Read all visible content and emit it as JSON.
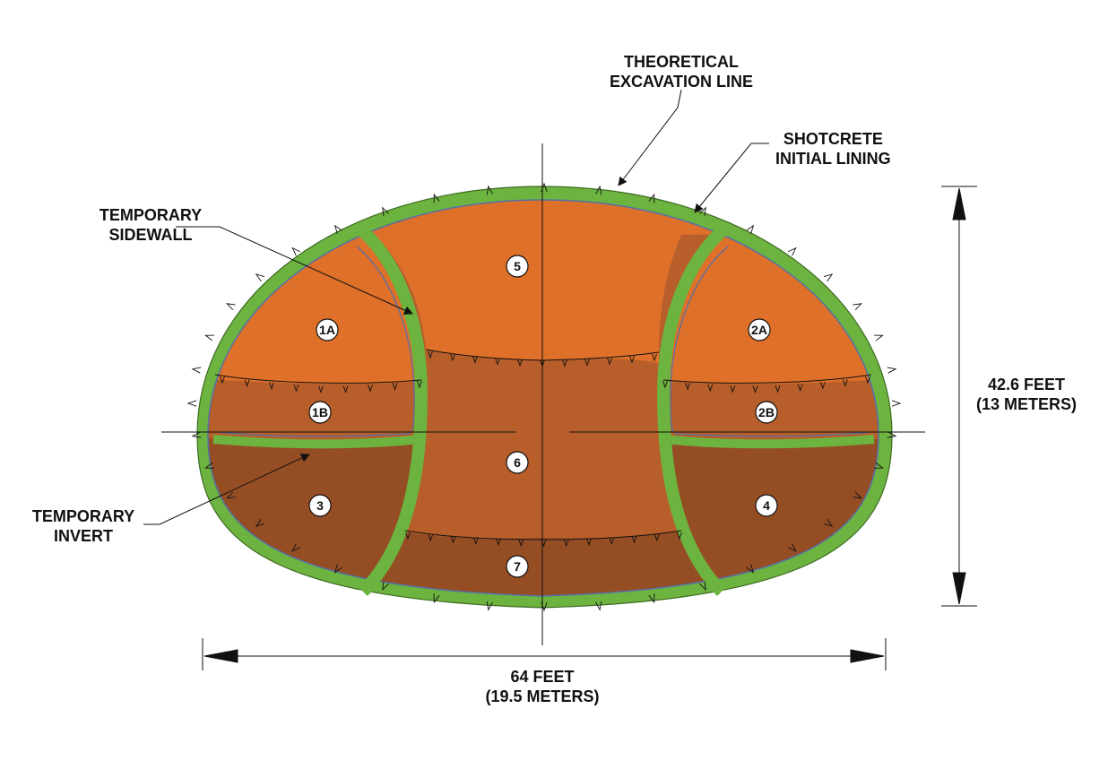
{
  "callouts": {
    "theoretical_excavation_line": [
      "THEORETICAL",
      "EXCAVATION LINE"
    ],
    "shotcrete_initial_lining": [
      "SHOTCRETE",
      "INITIAL LINING"
    ],
    "temporary_sidewall": [
      "TEMPORARY",
      "SIDEWALL"
    ],
    "temporary_invert": [
      "TEMPORARY",
      "INVERT"
    ]
  },
  "dimensions": {
    "height": [
      "42.6 FEET",
      "(13 METERS)"
    ],
    "width": [
      "64 FEET",
      "(19.5 METERS)"
    ]
  },
  "sections": [
    "1A",
    "1B",
    "2A",
    "2B",
    "3",
    "4",
    "5",
    "6",
    "7"
  ],
  "colors": {
    "lining_green": "#6DB33F",
    "excavation_light": "#DF7029",
    "excavation_mid": "#B75E2B",
    "excavation_dark": "#954E24",
    "outline_blue": "#5470A8",
    "ink": "#111111"
  }
}
